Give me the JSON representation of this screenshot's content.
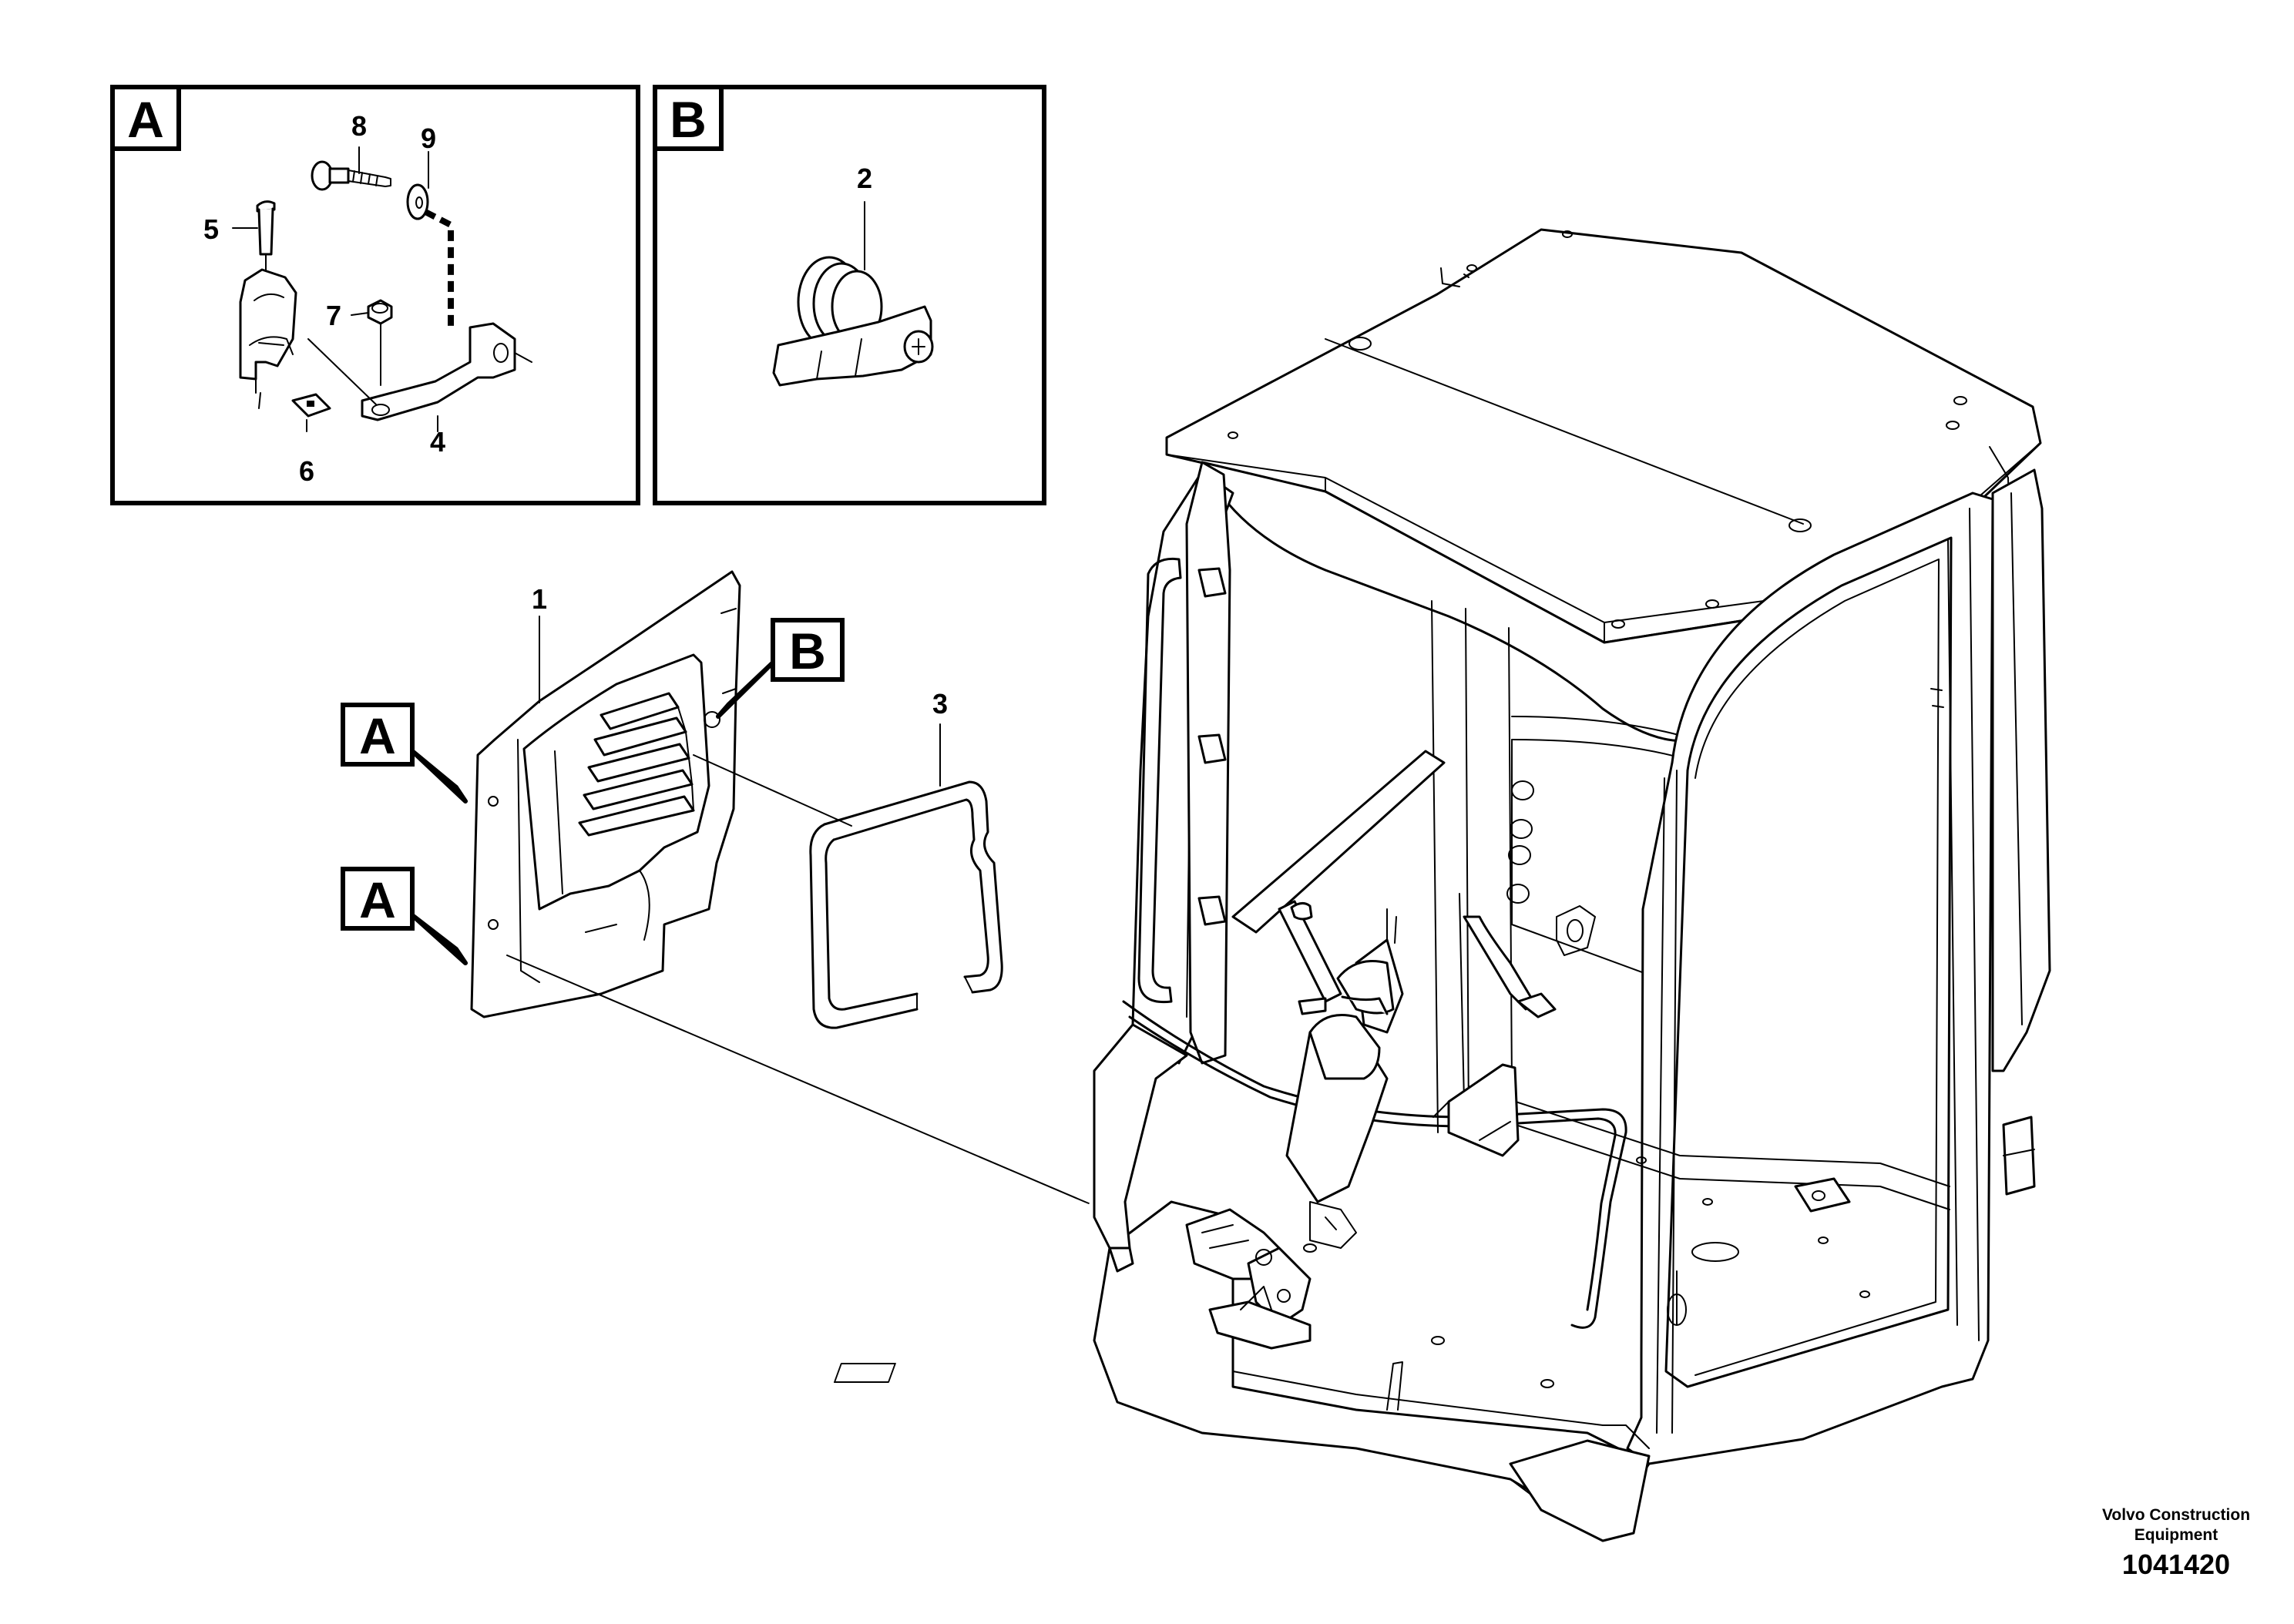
{
  "detail_a": {
    "label": "A"
  },
  "detail_b": {
    "label": "B"
  },
  "callouts": {
    "c1": "1",
    "c2": "2",
    "c3": "3",
    "c4": "4",
    "c5": "5",
    "c6": "6",
    "c7": "7",
    "c8": "8",
    "c9": "9"
  },
  "markers": {
    "a_upper": "A",
    "a_lower": "A",
    "b": "B"
  },
  "footer": {
    "company_line1": "Volvo Construction",
    "company_line2": "Equipment",
    "document_number": "1041420"
  }
}
